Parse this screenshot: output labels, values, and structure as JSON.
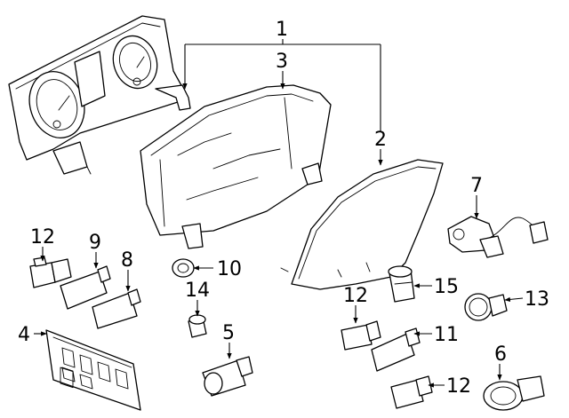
{
  "callouts": {
    "c1": "1",
    "c2": "2",
    "c3": "3",
    "c4": "4",
    "c5": "5",
    "c6": "6",
    "c7": "7",
    "c8": "8",
    "c9": "9",
    "c10": "10",
    "c11": "11",
    "c12a": "12",
    "c12b": "12",
    "c12c": "12",
    "c13": "13",
    "c14": "14",
    "c15": "15"
  },
  "colors": {
    "line": "#000000",
    "background": "#ffffff"
  }
}
